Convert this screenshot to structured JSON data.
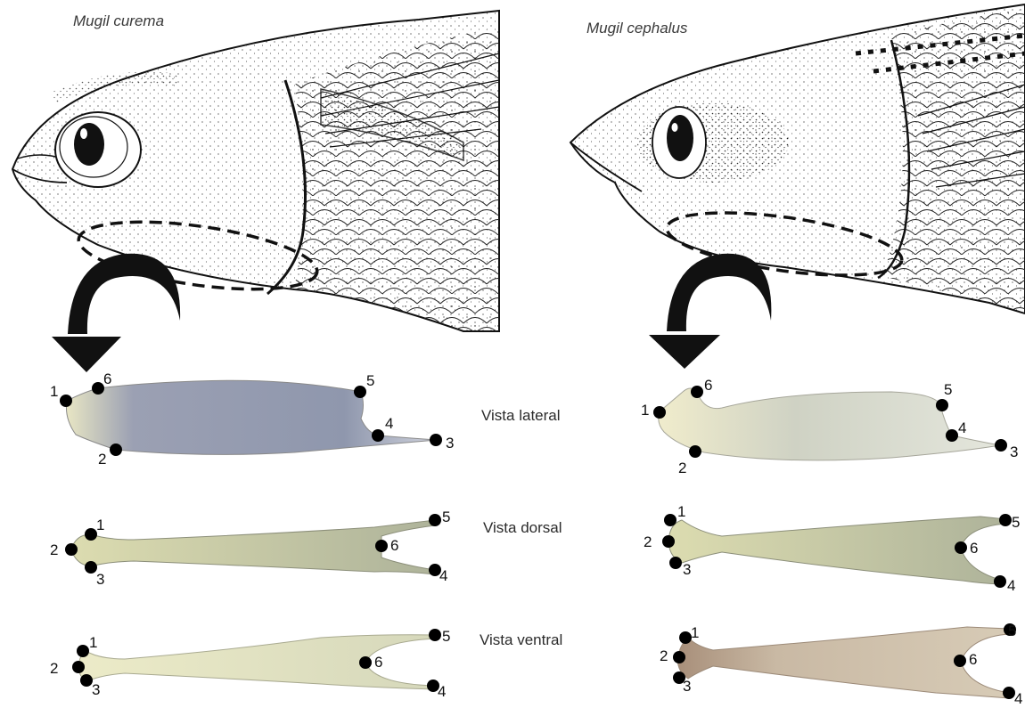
{
  "species": {
    "left": "Mugil curema",
    "right": "Mugil cephalus"
  },
  "views": {
    "lateral": "Vista lateral",
    "dorsal": "Vista dorsal",
    "ventral": "Vista ventral"
  },
  "landmark_labels": [
    "1",
    "2",
    "3",
    "4",
    "5",
    "6"
  ],
  "colors": {
    "fish_line": "#111111",
    "bone_lateral_left": "#9aa0b4",
    "bone_lateral_right": "#d9dcc8",
    "bone_dorsal": "#b9bc9a",
    "bone_ventral_left": "#dedfc2",
    "bone_ventral_right": "#c9b8a6",
    "landmark": "#000000"
  },
  "icons": {
    "arrow": "curved-arrow-icon",
    "selection": "dashed-ellipse-icon"
  }
}
